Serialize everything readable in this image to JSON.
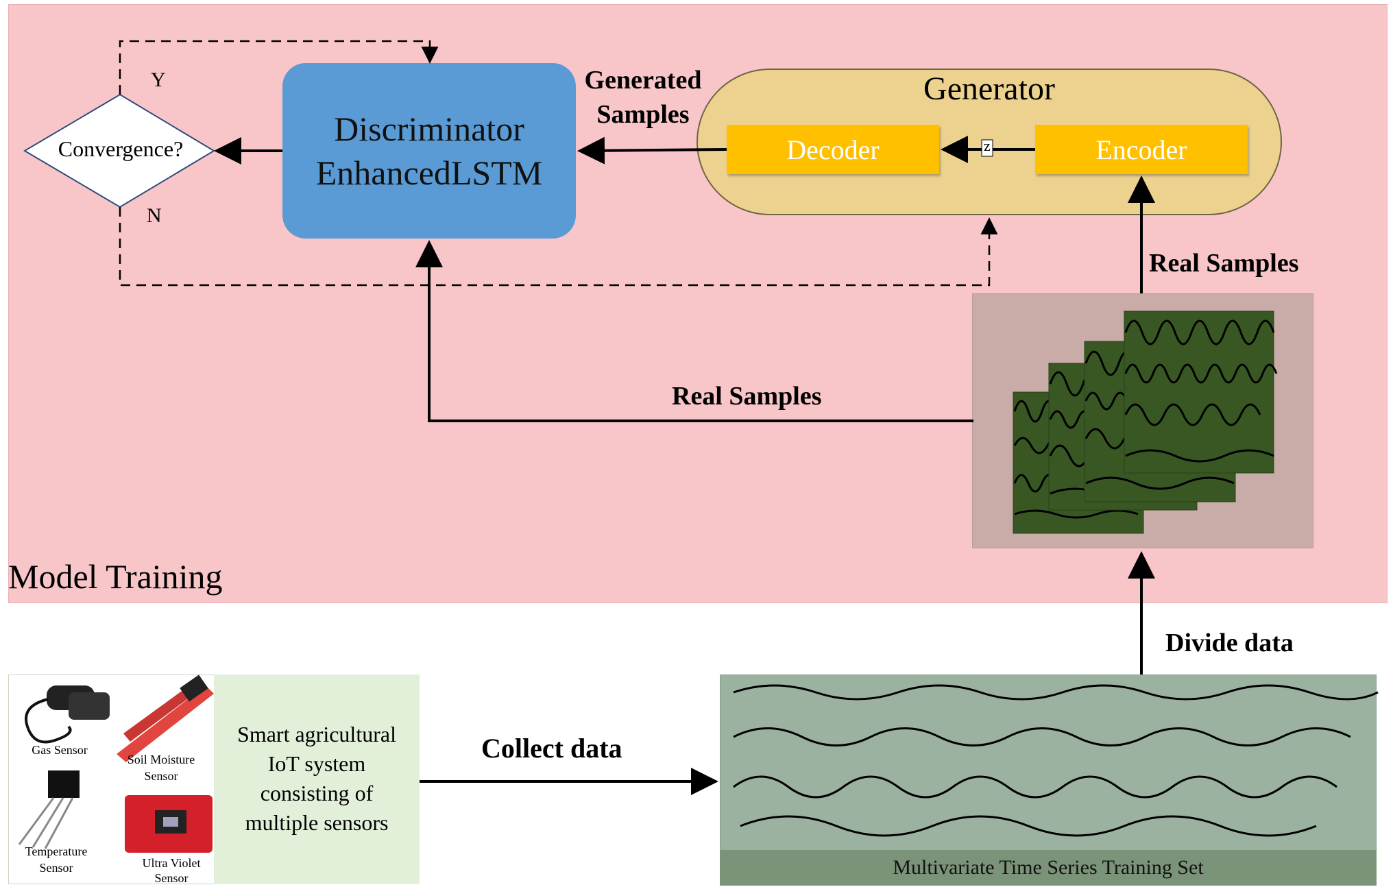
{
  "diagram": {
    "model_training_label": "Model Training",
    "discriminator": {
      "line1": "Discriminator",
      "line2": "EnhancedLSTM"
    },
    "generated_samples": {
      "line1": "Generated",
      "line2": "Samples"
    },
    "generator": {
      "title": "Generator",
      "decoder": "Decoder",
      "encoder": "Encoder",
      "latent": "z"
    },
    "decision": {
      "question": "Convergence?",
      "yes": "Y",
      "no": "N"
    },
    "real_samples_upper": "Real Samples",
    "real_samples_lower": "Real Samples",
    "divide_data": "Divide data",
    "collect_data": "Collect data",
    "sensors": {
      "gas": "Gas Sensor",
      "soil_line1": "Soil Moisture",
      "soil_line2": "Sensor",
      "temp_line1": "Temperature",
      "temp_line2": "Sensor",
      "uv_line1": "Ultra Violet",
      "uv_line2": "Sensor"
    },
    "iot_text": {
      "line1": "Smart agricultural",
      "line2": "IoT system",
      "line3": "consisting of",
      "line4": "multiple sensors"
    },
    "training_set_label": "Multivariate Time Series Training Set",
    "colors": {
      "panel_pink": "#f8c6c8",
      "discriminator_blue": "#5b9bd5",
      "generator_tan": "#ecd28e",
      "block_yellow": "#ffc000",
      "sample_green": "#385723",
      "train_set_green": "#9bb2a0",
      "sensor_text_green": "#e2f0da"
    }
  }
}
